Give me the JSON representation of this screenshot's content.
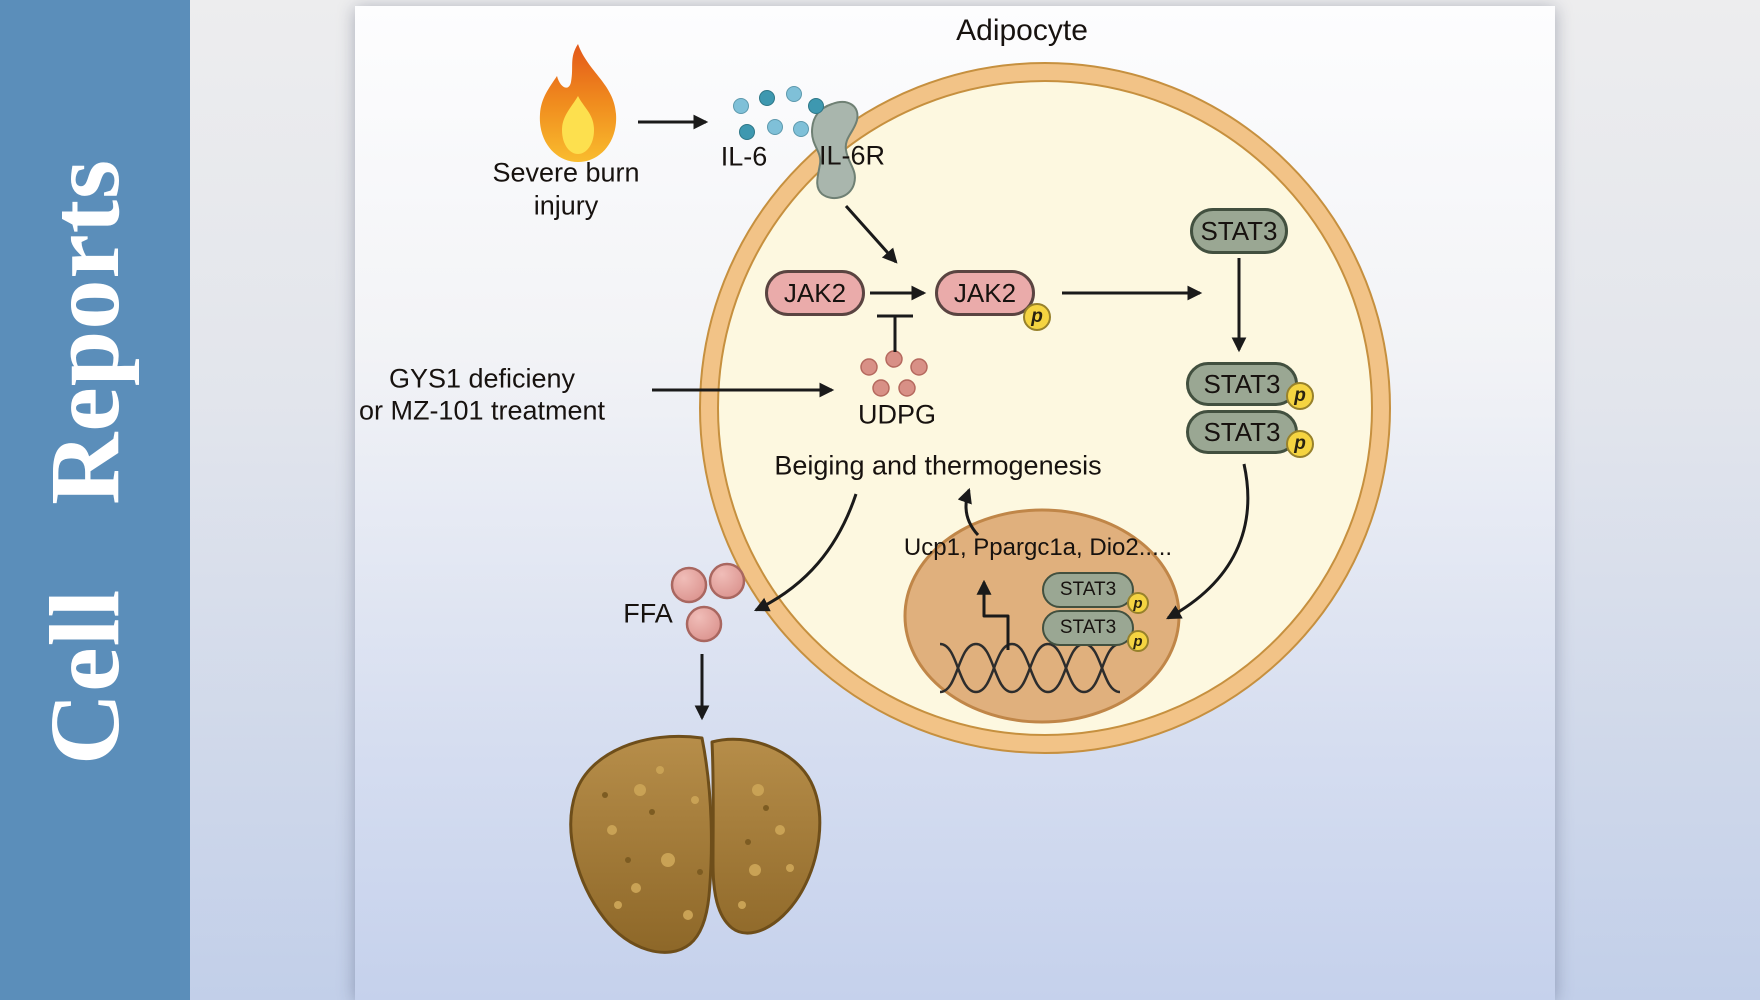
{
  "journal": {
    "name": "Cell Reports"
  },
  "figure": {
    "title": "Adipocyte",
    "labels": {
      "burn_line1": "Severe burn",
      "burn_line2": "injury",
      "il6": "IL-6",
      "il6r": "IL-6R",
      "jak2": "JAK2",
      "stat3": "STAT3",
      "phospho": "p",
      "gys1_line1": "GYS1 deficieny",
      "gys1_line2": "or MZ-101 treatment",
      "udpg": "UDPG",
      "beiging": "Beiging and thermogenesis",
      "target_genes": "Ucp1, Ppargc1a, Dio2.....",
      "ffa": "FFA"
    }
  },
  "theme": {
    "sidebar_blue": "#5b8eba",
    "cell_fill": "#fdf8e0",
    "cell_membrane": "#f2c387",
    "membrane_edge": "#c6903f",
    "jak2_pink": "#eaabaa",
    "stat3_green": "#9aa793",
    "phospho_yellow": "#f5d441",
    "nucleus_tan": "#e0b07d",
    "ffa_pink": "#df9a96",
    "udpg_red": "#d89086",
    "il6_blue": "#7fc0d8",
    "il6_teal": "#3e98b0"
  }
}
